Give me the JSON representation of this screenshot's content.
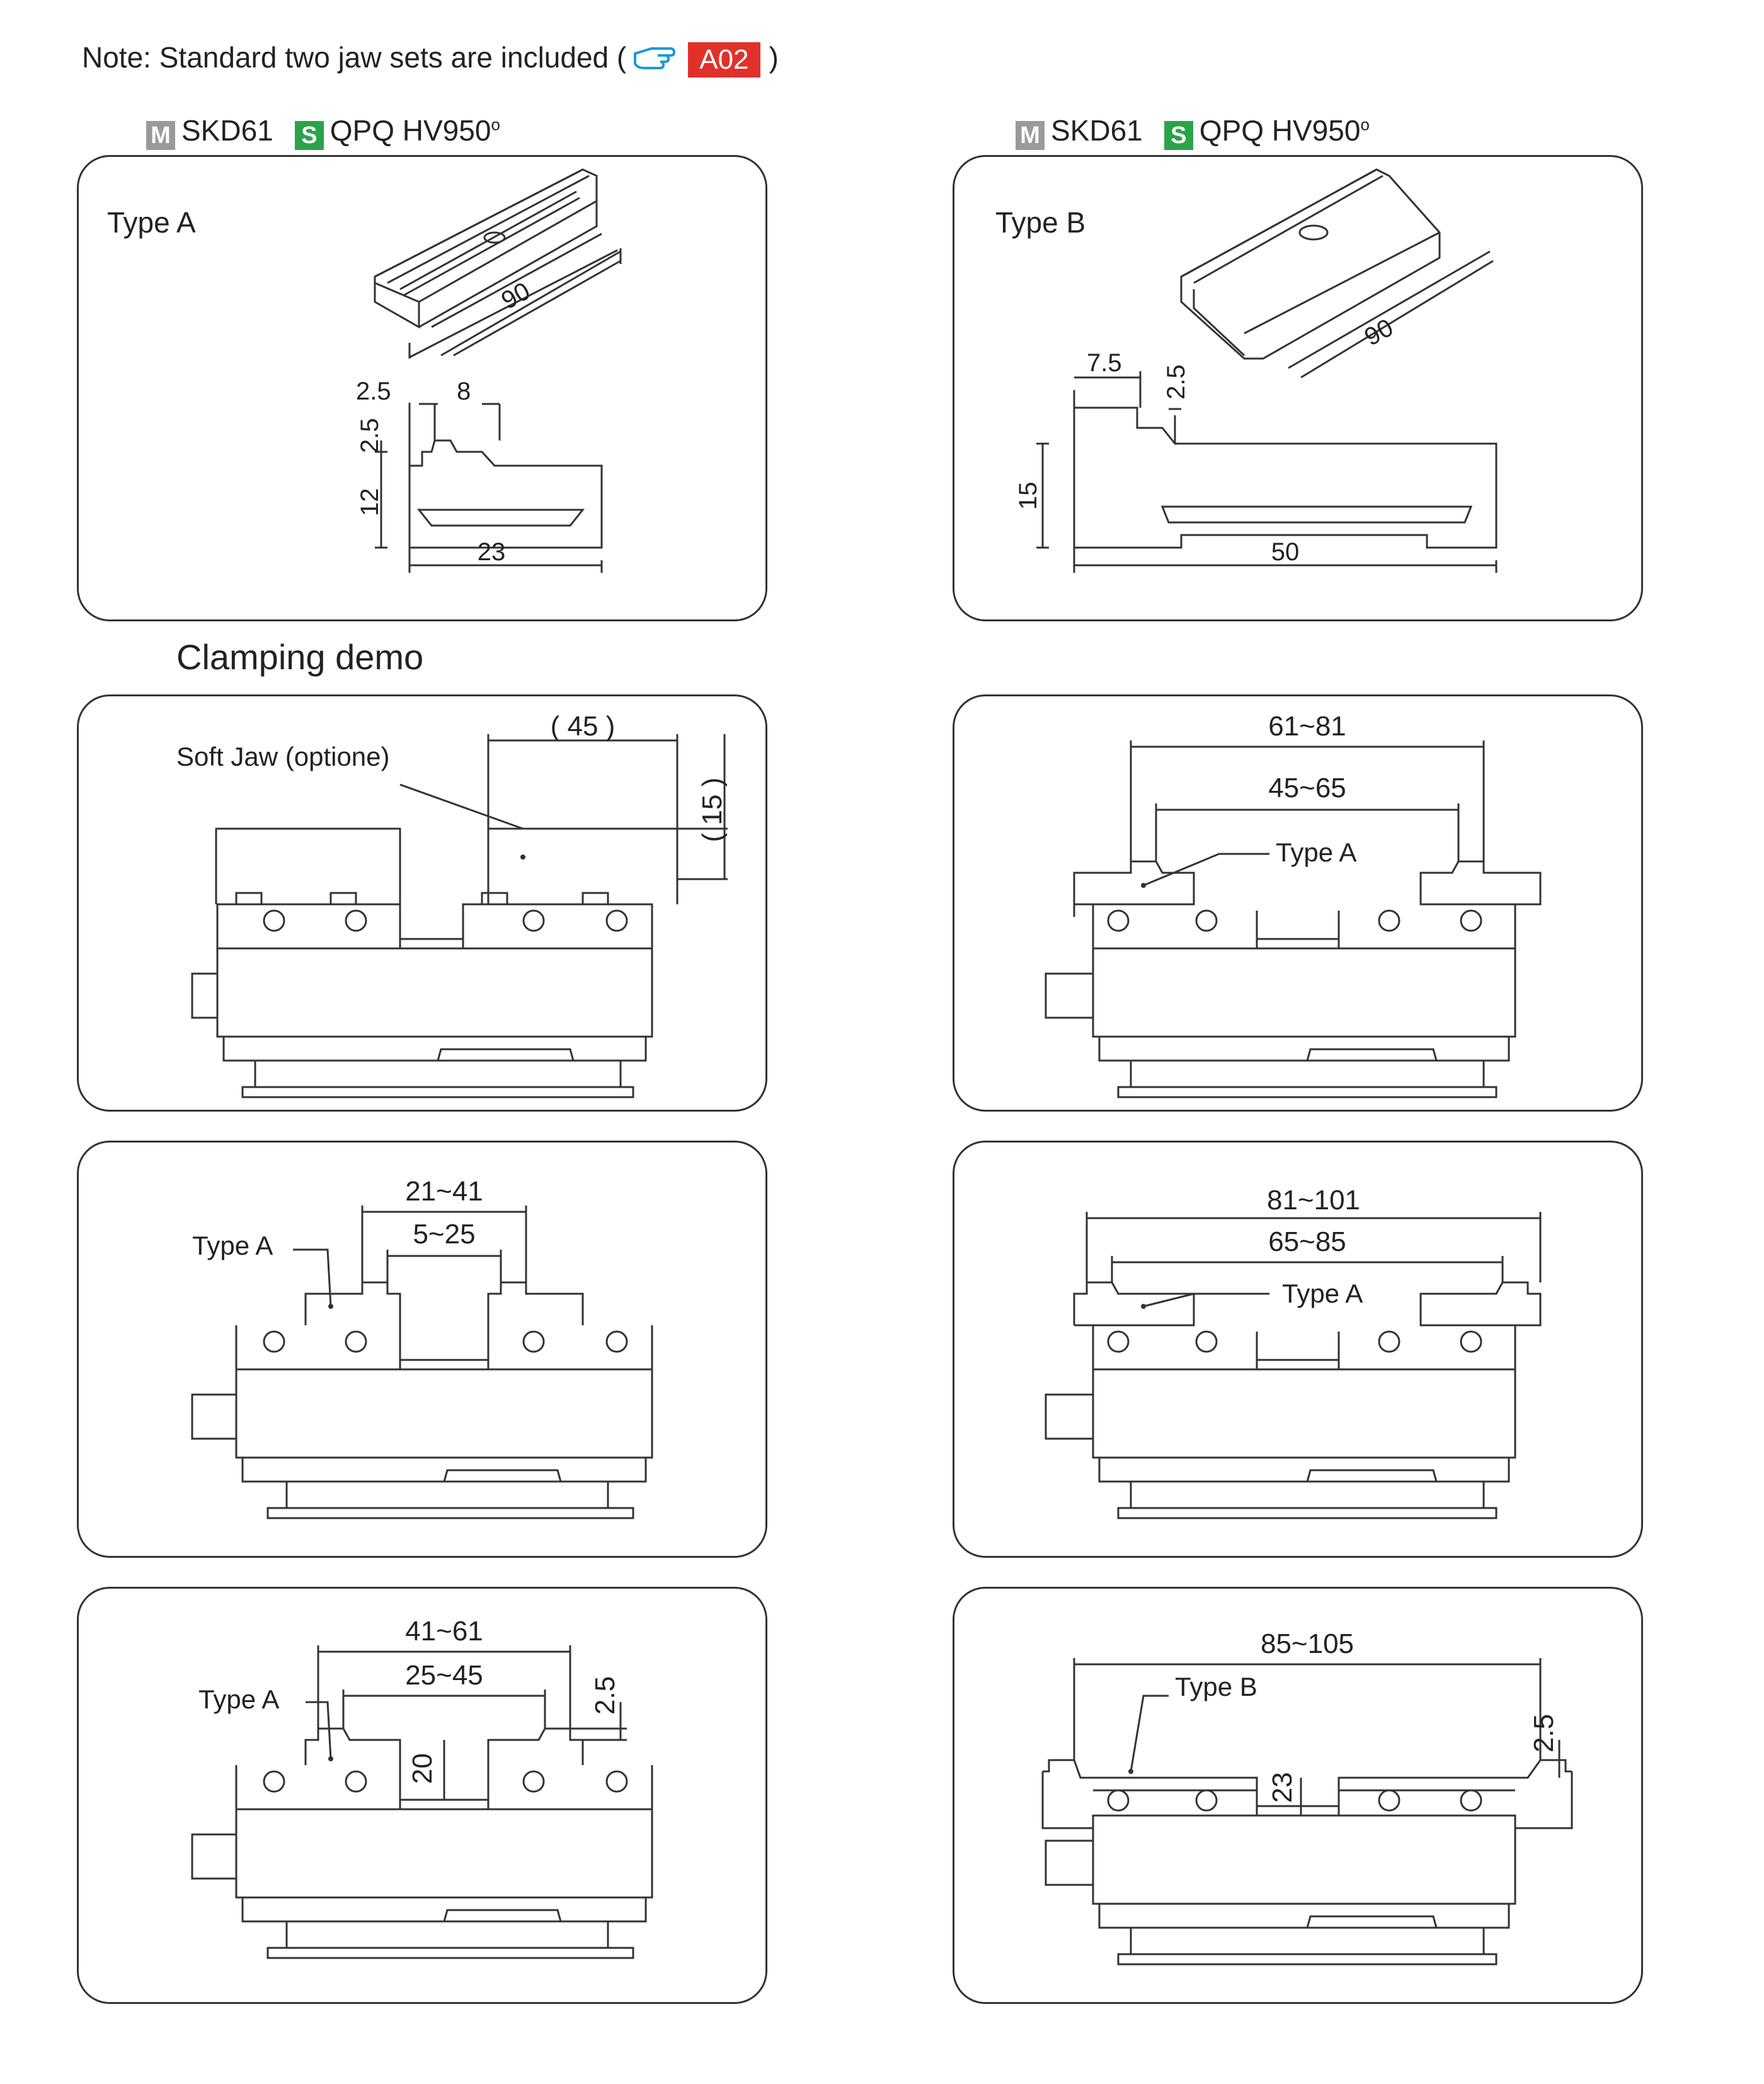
{
  "note": {
    "text": "Note: Standard two jaw sets are included (",
    "ref": "A02",
    "close": ")"
  },
  "materials": {
    "m_badge": "M",
    "m_text": "SKD61",
    "s_badge": "S",
    "s_text": "QPQ HV950",
    "degree": "o"
  },
  "section_title": "Clamping demo",
  "type_a": {
    "label": "Type A",
    "len": "90",
    "d1": "2.5",
    "d2": "8",
    "d3": "2.5",
    "d4": "12",
    "d5": "23"
  },
  "type_b": {
    "label": "Type B",
    "len": "90",
    "d1": "7.5",
    "d2": "2.5",
    "d3": "15",
    "d4": "50"
  },
  "demo1": {
    "label": "Soft Jaw (optione)",
    "d1": "( 45 )",
    "d2": "( 15 )"
  },
  "demo2": {
    "outer": "61~81",
    "inner": "45~65",
    "label": "Type A"
  },
  "demo3": {
    "outer": "21~41",
    "inner": "5~25",
    "label": "Type A"
  },
  "demo4": {
    "outer": "81~101",
    "inner": "65~85",
    "label": "Type A"
  },
  "demo5": {
    "outer": "41~61",
    "inner": "25~45",
    "label": "Type A",
    "h": "20",
    "s": "2.5"
  },
  "demo6": {
    "outer": "85~105",
    "label": "Type B",
    "h": "23",
    "s": "2.5"
  },
  "colors": {
    "badge_ref": "#e0312b",
    "badge_m": "#9a9a9a",
    "badge_s": "#2ba34a",
    "hand_icon": "#1a9ad6"
  }
}
